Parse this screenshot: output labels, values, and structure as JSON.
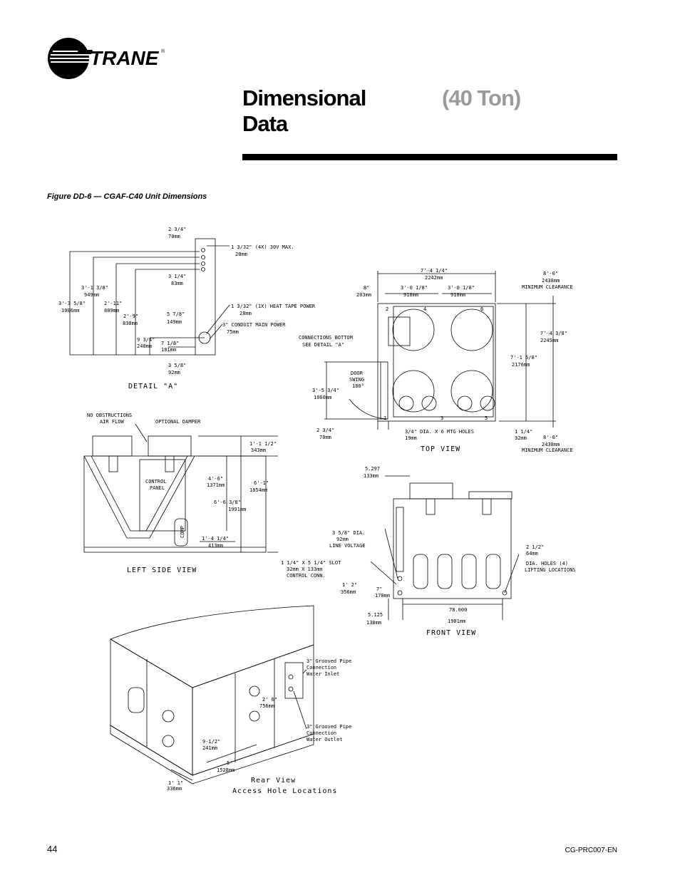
{
  "brand": {
    "name": "TRANE",
    "registered": "®"
  },
  "header": {
    "title_line1": "Dimensional",
    "title_line2": "Data",
    "subtitle": "(40 Ton)"
  },
  "figure": {
    "caption": "Figure DD-6  — CGAF-C40 Unit Dimensions"
  },
  "detail_a": {
    "label": "DETAIL \"A\"",
    "dims": [
      {
        "imp": "2 3/4\"",
        "mm": "70mm"
      },
      {
        "imp": "1 3/32\" (4X) 30V MAX.",
        "mm": "28mm"
      },
      {
        "imp": "3 1/4\"",
        "mm": "83mm"
      },
      {
        "imp": "1 3/32\" (1X) HEAT TAPE POWER",
        "mm": "28mm"
      },
      {
        "imp": "5 7/8\"",
        "mm": "149mm"
      },
      {
        "imp": "3\" CONDUIT MAIN POWER",
        "mm": "75mm"
      },
      {
        "imp": "7 1/8\"",
        "mm": "181mm"
      },
      {
        "imp": "9 3/4\"",
        "mm": "248mm"
      },
      {
        "imp": "2'-9\"",
        "mm": "838mm"
      },
      {
        "imp": "2'-11\"",
        "mm": "889mm"
      },
      {
        "imp": "3'-1 3/8\"",
        "mm": "949mm"
      },
      {
        "imp": "3'-3 5/8\"",
        "mm": "1006mm"
      },
      {
        "imp": "3 5/8\"",
        "mm": "92mm"
      }
    ]
  },
  "top_view": {
    "label": "TOP VIEW",
    "width": {
      "imp": "7'-4 1/4\"",
      "mm": "2242mm"
    },
    "left": {
      "imp": "8\"",
      "mm": "203mm"
    },
    "seg1": {
      "imp": "3'-0 1/8\"",
      "mm": "918mm"
    },
    "seg2": {
      "imp": "3'-0 1/8\"",
      "mm": "918mm"
    },
    "clear_top": {
      "imp": "8'-0\"",
      "mm": "2438mm",
      "note": "MINIMUM CLEARANCE"
    },
    "depth": {
      "imp": "7'-4 3/8\"",
      "mm": "2245mm"
    },
    "depth2": {
      "imp": "7'-1 5/8\"",
      "mm": "2176mm"
    },
    "connections": "CONNECTIONS BOTTOM",
    "see_detail": "SEE DETAIL \"A\"",
    "door": [
      "DOOR",
      "SWING",
      "180°"
    ],
    "door_dim": {
      "imp": "3'-5 3/4\"",
      "mm": "1060mm"
    },
    "edge": {
      "imp": "2 3/4\"",
      "mm": "70mm"
    },
    "mtg": {
      "imp": "3/4\" DIA. X 6 MTG HOLES",
      "mm": "19mm"
    },
    "right_edge": {
      "imp": "1 1/4\"",
      "mm": "32mm"
    },
    "clear_bottom": {
      "imp": "8'-0\"",
      "mm": "2438mm",
      "note": "MINIMUM CLEARANCE"
    },
    "fan_numbers": [
      "2",
      "4",
      "6",
      "1",
      "3",
      "5"
    ]
  },
  "left_side_view": {
    "label": "LEFT SIDE VIEW",
    "no_obstructions": "NO OBSTRUCTIONS",
    "air_flow": "AIR FLOW",
    "optional_damper": "OPTIONAL DAMPER",
    "control_panel": [
      "CONTROL",
      "PANEL"
    ],
    "comp": "COMP",
    "d1": {
      "imp": "1'-1 1/2\"",
      "mm": "343mm"
    },
    "d2": {
      "imp": "4'-6\"",
      "mm": "1371mm"
    },
    "d3": {
      "imp": "6'-1\"",
      "mm": "1854mm"
    },
    "d4": {
      "imp": "6'-6 3/8\"",
      "mm": "1991mm"
    },
    "d5": {
      "imp": "1'-4 1/4\"",
      "mm": "413mm"
    }
  },
  "front_view": {
    "label": "FRONT VIEW",
    "top": {
      "imp": "5.297",
      "mm": "133mm"
    },
    "line_voltage": {
      "imp": "3 5/8\" DIA.",
      "mm": "92mm",
      "note": "LINE VOLTAGE"
    },
    "slot": {
      "imp": "1 1/4\" X 5 1/4\" SLOT",
      "mm": "32mm X 133mm",
      "note": "CONTROL CONN."
    },
    "d1": {
      "imp": "1' 2\"",
      "mm": "356mm"
    },
    "d2": {
      "imp": "7\"",
      "mm": "178mm"
    },
    "d3": {
      "imp": "5.125",
      "mm": "130mm"
    },
    "width": {
      "imp": "78.000",
      "mm": "1981mm"
    },
    "lifting": {
      "imp": "2 1/2\"",
      "mm": "64mm",
      "note1": "DIA. HOLES (4)",
      "note2": "LIFTING LOCATIONS"
    }
  },
  "rear_view": {
    "label1": "Rear View",
    "label2": "Access Hole Locations",
    "inlet": [
      "3\" Grooved Pipe",
      "Connection",
      "Water Inlet"
    ],
    "outlet": [
      "3\" Grooved Pipe",
      "Connection",
      "Water Outlet"
    ],
    "d1": {
      "imp": "2' 6\"",
      "mm": "756mm"
    },
    "d2": {
      "imp": "9-1/2\"",
      "mm": "241mm"
    },
    "d3": {
      "imp": "5'",
      "mm": "1528mm"
    },
    "d4": {
      "imp": "1' 1\"",
      "mm": "336mm"
    }
  },
  "footer": {
    "page_number": "44",
    "doc_id": "CG-PRC007-EN"
  }
}
